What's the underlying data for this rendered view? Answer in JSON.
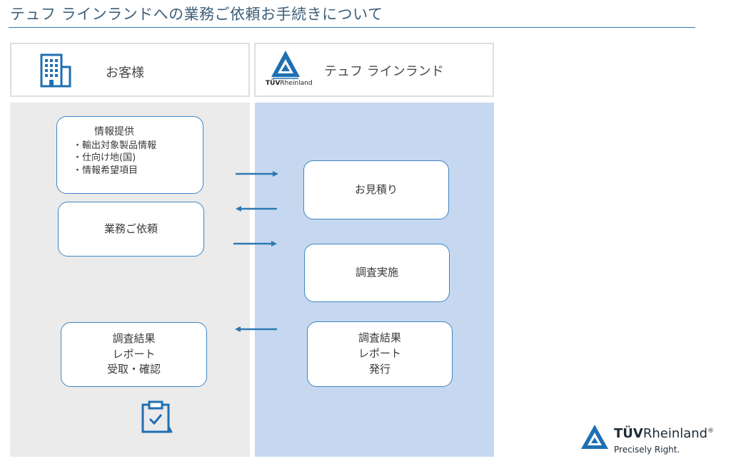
{
  "title": "テュフ ラインランドへの業務ご依頼お手続きについて",
  "columns": {
    "left": {
      "label": "お客様",
      "icon": "building-icon"
    },
    "right": {
      "label": "テュフ ラインランド",
      "icon": "tuv-logo-icon",
      "logo_text_bold": "TÜV",
      "logo_text": "Rheinland"
    }
  },
  "customer_steps": {
    "info": {
      "title": "情報提供",
      "items": [
        "・輸出対象製品情報",
        "・仕向け地(国)",
        "・情報希望項目"
      ]
    },
    "request": {
      "label": "業務ご依頼"
    },
    "receive": {
      "lines": [
        "調査結果",
        "レポート",
        "受取・確認"
      ]
    }
  },
  "tuv_steps": {
    "estimate": {
      "label": "お見積り"
    },
    "survey": {
      "label": "調査実施"
    },
    "report": {
      "lines": [
        "調査結果",
        "レポート",
        "発行"
      ]
    }
  },
  "flow": [
    {
      "from": "情報提供",
      "to": "お見積り",
      "direction": "right"
    },
    {
      "from": "お見積り",
      "to": "業務ご依頼",
      "direction": "left"
    },
    {
      "from": "業務ご依頼",
      "to": "調査実施",
      "direction": "right"
    },
    {
      "from": "調査結果 レポート 発行",
      "to": "調査結果 レポート 受取・確認",
      "direction": "left"
    }
  ],
  "footer_icon": "clipboard-check-icon",
  "brand": {
    "name_bold": "TÜV",
    "name": "Rheinland",
    "registered": "®",
    "tagline": "Precisely Right."
  },
  "colors": {
    "accent": "#2f79b3",
    "left_panel": "#ebebeb",
    "right_panel": "#c6d8ef",
    "node_border": "#3f86c4",
    "icon": "#1f6fb2"
  }
}
